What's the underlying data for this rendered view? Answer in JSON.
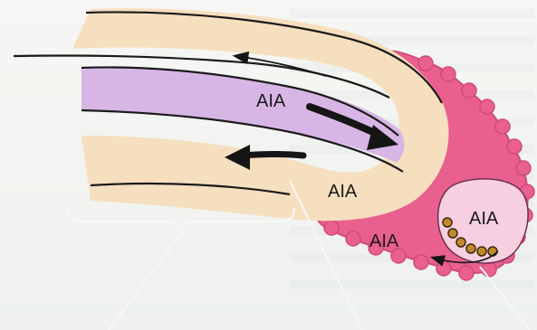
{
  "labels": {
    "purple_band": "AIA",
    "lower_band": "AIA",
    "pink_region": "AIA",
    "inner_cell": "AIA"
  },
  "colors": {
    "background": "#f4f6f2",
    "background_text": "#d7dde2",
    "cream_band": "#f6dfbf",
    "purple_band": "#d7b6e6",
    "pink_tissue": "#e9608f",
    "pink_tissue_light": "#f19ab6",
    "inner_cell": "#f6cfe0",
    "beads": "#c28a2a",
    "outline": "#1a1a1a",
    "arrow": "#151515"
  },
  "icons": {
    "flow_arrow_thick_right": "arrow-right-icon",
    "flow_arrow_thick_left": "arrow-left-icon",
    "flow_arrow_thin_top": "arrow-left-icon",
    "flow_arrow_curved": "curved-arrow-icon"
  }
}
